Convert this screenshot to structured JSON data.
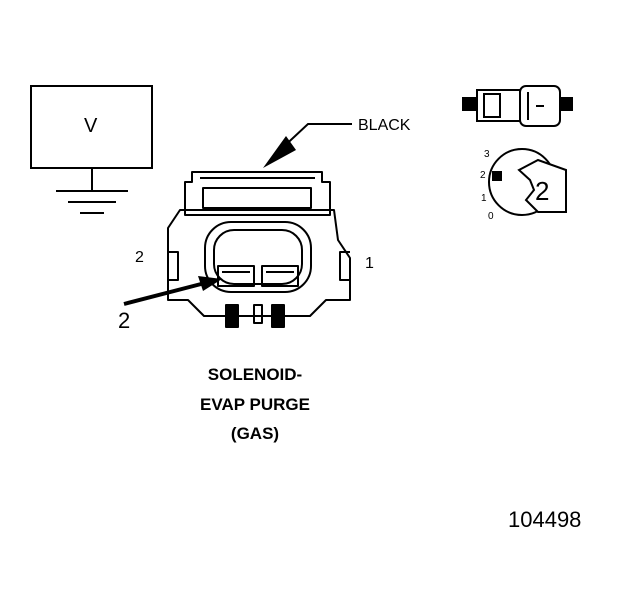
{
  "meter": {
    "label": "V"
  },
  "connector": {
    "color_label": "BLACK",
    "pin_left": "2",
    "pin_right": "1",
    "probe_pin": "2"
  },
  "selector": {
    "positions": [
      "3",
      "2",
      "1",
      "0"
    ],
    "setting": "2"
  },
  "caption": {
    "line1": "SOLENOID-",
    "line2": "EVAP PURGE",
    "line3": "(GAS)"
  },
  "figure_number": "104498"
}
